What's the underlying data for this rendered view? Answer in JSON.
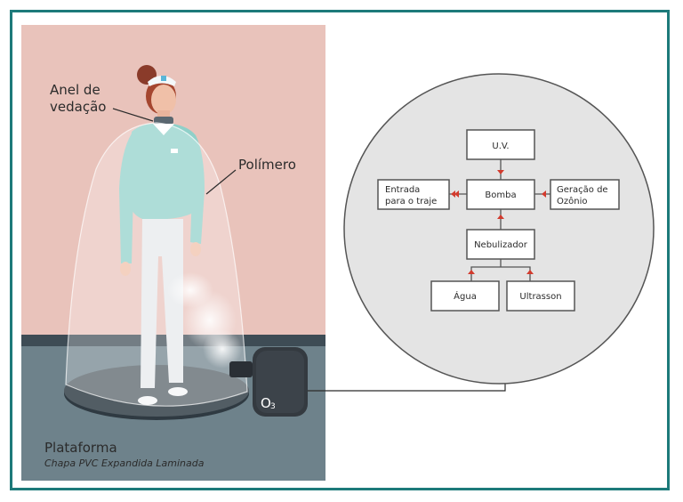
{
  "labels": {
    "ring_line1": "Anel de",
    "ring_line2": "vedação",
    "polymer": "Polímero",
    "platform": "Plataforma",
    "platform_material": "Chapa PVC Expandida Laminada",
    "device_o": "O",
    "device_sub": "3"
  },
  "flow": {
    "uv": "U.V.",
    "pump": "Bomba",
    "inlet_line1": "Entrada",
    "inlet_line2": "para o traje",
    "ozone_line1": "Geração de",
    "ozone_line2": "Ozônio",
    "nebulizer": "Nebulizador",
    "water": "Água",
    "ultrasound": "Ultrasson"
  },
  "colors": {
    "frame": "#1d7a7a",
    "wall": "#e9c3bb",
    "floor": "#6e828b",
    "baseboard": "#3e4c55",
    "arrow": "#d23b2e",
    "scrub": "#8fd0c9"
  }
}
